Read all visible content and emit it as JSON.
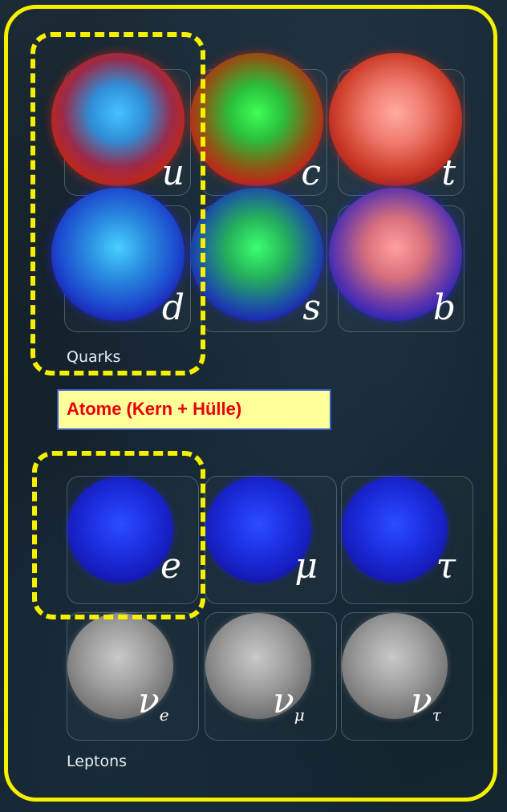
{
  "quarks": {
    "group_label": "Quarks",
    "particles": [
      {
        "symbol": "u",
        "colors": "red-blue"
      },
      {
        "symbol": "c",
        "colors": "red-green"
      },
      {
        "symbol": "t",
        "colors": "red-pink"
      },
      {
        "symbol": "d",
        "colors": "blue-blue"
      },
      {
        "symbol": "s",
        "colors": "blue-green"
      },
      {
        "symbol": "b",
        "colors": "blue-pink"
      }
    ]
  },
  "leptons": {
    "group_label": "Leptons",
    "particles": [
      {
        "symbol": "e",
        "colors": "blue"
      },
      {
        "symbol": "μ",
        "colors": "blue"
      },
      {
        "symbol": "τ",
        "colors": "blue"
      },
      {
        "symbol": "ν",
        "sub": "e",
        "colors": "grey"
      },
      {
        "symbol": "ν",
        "sub": "μ",
        "colors": "grey"
      },
      {
        "symbol": "ν",
        "sub": "τ",
        "colors": "grey"
      }
    ]
  },
  "callout": {
    "text": "Atome (Kern + Hülle)"
  },
  "colors": {
    "frame": "#f5f000",
    "callout_bg": "#ffff99",
    "callout_text": "#e8000b",
    "callout_border": "#3a5bc8"
  }
}
